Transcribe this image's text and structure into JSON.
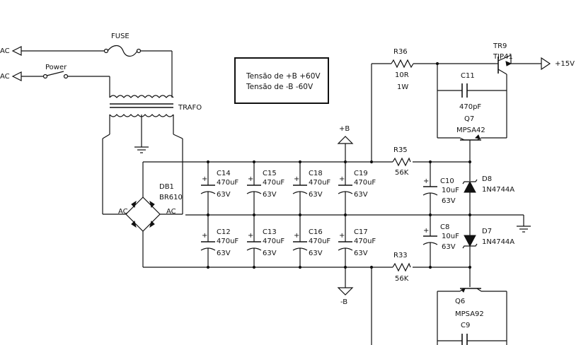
{
  "schematic": {
    "note": {
      "line1": "Tensão de +B +60V",
      "line2": "Tensão de  -B  -60V"
    },
    "terminals": {
      "ac_top": "AC",
      "ac_bottom": "AC",
      "plus_b": "+B",
      "minus_b": "-B",
      "plus_15v": "+15V"
    },
    "fuse": {
      "ref": "FUSE"
    },
    "switch": {
      "ref": "Power"
    },
    "transformer": {
      "ref": "TRAFO"
    },
    "bridge": {
      "ref": "DB1",
      "part": "BR610",
      "ac_left": "AC",
      "ac_right": "AC"
    },
    "capacitors": [
      {
        "ref": "C14",
        "value": "470uF",
        "voltage": "63V"
      },
      {
        "ref": "C15",
        "value": "470uF",
        "voltage": "63V"
      },
      {
        "ref": "C18",
        "value": "470uF",
        "voltage": "63V"
      },
      {
        "ref": "C19",
        "value": "470uF",
        "voltage": "63V"
      },
      {
        "ref": "C12",
        "value": "470uF",
        "voltage": "63V"
      },
      {
        "ref": "C13",
        "value": "470uF",
        "voltage": "63V"
      },
      {
        "ref": "C16",
        "value": "470uF",
        "voltage": "63V"
      },
      {
        "ref": "C17",
        "value": "470uF",
        "voltage": "63V"
      },
      {
        "ref": "C10",
        "value": "10uF",
        "voltage": "63V"
      },
      {
        "ref": "C8",
        "value": "10uF",
        "voltage": "63V"
      }
    ],
    "c11": {
      "ref": "C11",
      "value": "470pF"
    },
    "c9": {
      "ref": "C9"
    },
    "resistors": {
      "r36": {
        "ref": "R36",
        "value": "10R",
        "power": "1W"
      },
      "r35": {
        "ref": "R35",
        "value": "56K"
      },
      "r33": {
        "ref": "R33",
        "value": "56K"
      }
    },
    "transistors": {
      "tr9": {
        "ref": "TR9",
        "part": "TIP41"
      },
      "q7": {
        "ref": "Q7",
        "part": "MPSA42"
      },
      "q6": {
        "ref": "Q6",
        "part": "MPSA92"
      }
    },
    "zeners": {
      "d8": {
        "ref": "D8",
        "part": "1N4744A"
      },
      "d7": {
        "ref": "D7",
        "part": "1N4744A"
      }
    }
  }
}
